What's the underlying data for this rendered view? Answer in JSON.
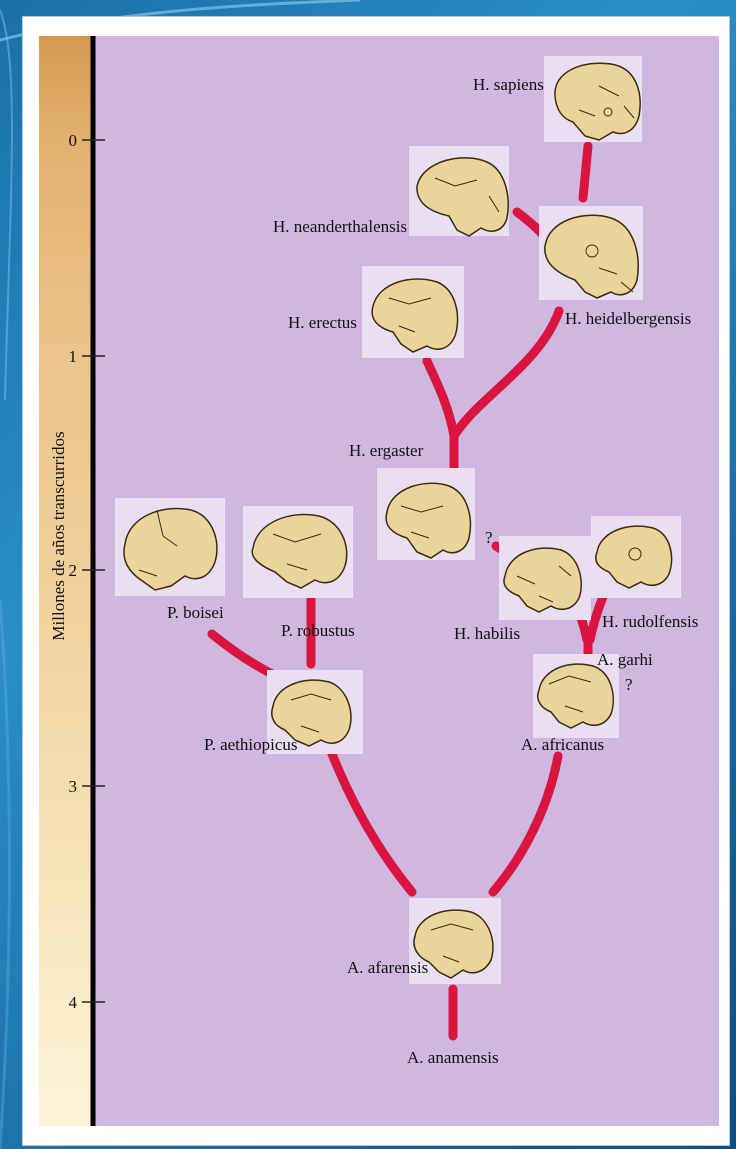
{
  "axis": {
    "title": "Millones de años transcurridos",
    "ticks": [
      {
        "value": 0,
        "label": "0"
      },
      {
        "value": 1,
        "label": "1"
      },
      {
        "value": 2,
        "label": "2"
      },
      {
        "value": 3,
        "label": "3"
      },
      {
        "value": 4,
        "label": "4"
      }
    ]
  },
  "species": [
    {
      "id": "h-sapiens",
      "label": "H. sapiens"
    },
    {
      "id": "h-neanderthalensis",
      "label": "H. neanderthalensis"
    },
    {
      "id": "h-heidelbergensis",
      "label": "H. heidelbergensis"
    },
    {
      "id": "h-erectus",
      "label": "H. erectus"
    },
    {
      "id": "h-ergaster",
      "label": "H. ergaster"
    },
    {
      "id": "h-habilis",
      "label": "H. habilis"
    },
    {
      "id": "h-rudolfensis",
      "label": "H. rudolfensis"
    },
    {
      "id": "a-garhi",
      "label": "A. garhi"
    },
    {
      "id": "a-africanus",
      "label": "A. africanus"
    },
    {
      "id": "p-boisei",
      "label": "P. boisei"
    },
    {
      "id": "p-robustus",
      "label": "P. robustus"
    },
    {
      "id": "p-aethiopicus",
      "label": "P. aethiopicus"
    },
    {
      "id": "a-afarensis",
      "label": "A. afarensis"
    },
    {
      "id": "a-anamensis",
      "label": "A. anamensis"
    }
  ],
  "uncertain_marks": [
    "?",
    "?"
  ],
  "colors": {
    "plot_background": "#cfb7e0",
    "branch": "#d8143f",
    "skull": "#ead49a",
    "skull_outline": "#3a2a12",
    "scale_top": "#d9a15a",
    "scale_bottom": "#fbf3d6"
  }
}
